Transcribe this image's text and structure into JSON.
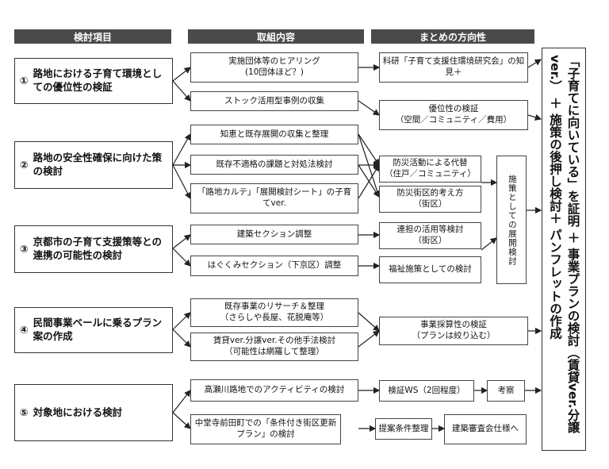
{
  "headers": {
    "col1": "検討項目",
    "col2": "取組内容",
    "col3": "まとめの方向性"
  },
  "items": [
    {
      "num": "①",
      "text": "路地における子育て環境としての優位性の検証"
    },
    {
      "num": "②",
      "text": "路地の安全性確保に向けた策の検討"
    },
    {
      "num": "③",
      "text": "京都市の子育て支援策等との連携の可能性の検討"
    },
    {
      "num": "④",
      "text": "民間事業ベールに乗るプラン案の作成"
    },
    {
      "num": "⑤",
      "text": "対象地における検討"
    }
  ],
  "actions": {
    "hearing": "実施団体等のヒアリング\n(10団体ほど？)",
    "stock": "ストック活用型事例の収集",
    "wisdom": "知恵と既存展開の収集と整理",
    "nonconform": "既存不適格の課題と対処法検討",
    "karte": "「路地カルテ」「展開検討シート」の子育てver.",
    "kenchiku": "建築セクション調整",
    "hagukumi": "はぐくみセクション（下京区）調整",
    "research": "既存事業のリサーチ＆整理\n（さらしや長屋、花脱庵等）",
    "rental": "賃貸ver.分譲ver.その他手法検討\n（可能性は網羅して整理）",
    "takase": "高瀬川路地でのアクティビティの検討",
    "nakado": "中堂寺前田町での「条件付き街区更新プラン」の検討"
  },
  "summaries": {
    "kaken": "科研「子育て支援住環境研究会」の知見＋",
    "superiority": "優位性の検証\n（空間／コミュニティ／費用）",
    "bousai": "防災活動による代替\n（住戸／コミュニティ）",
    "gaiku": "防災街区的考え方\n（街区）",
    "rentan": "連担の活用等検討\n（街区）",
    "fukushi": "福祉施策としての検討",
    "jigyou": "事業採算性の検証\n（プランは絞り込む）",
    "ws": "検証WS（2回程度）",
    "kousatsu": "考察",
    "teian": "提案条件整理",
    "shinsa": "建築審査会仕様へ",
    "shisaku": "施策としての展開検討"
  },
  "final": "「子育てに向いている」を証明 ＋ 事業プランの検討（賃貸ver.分譲ver.） ＋ 施策の後押し検討＋ パンフレットの作成"
}
